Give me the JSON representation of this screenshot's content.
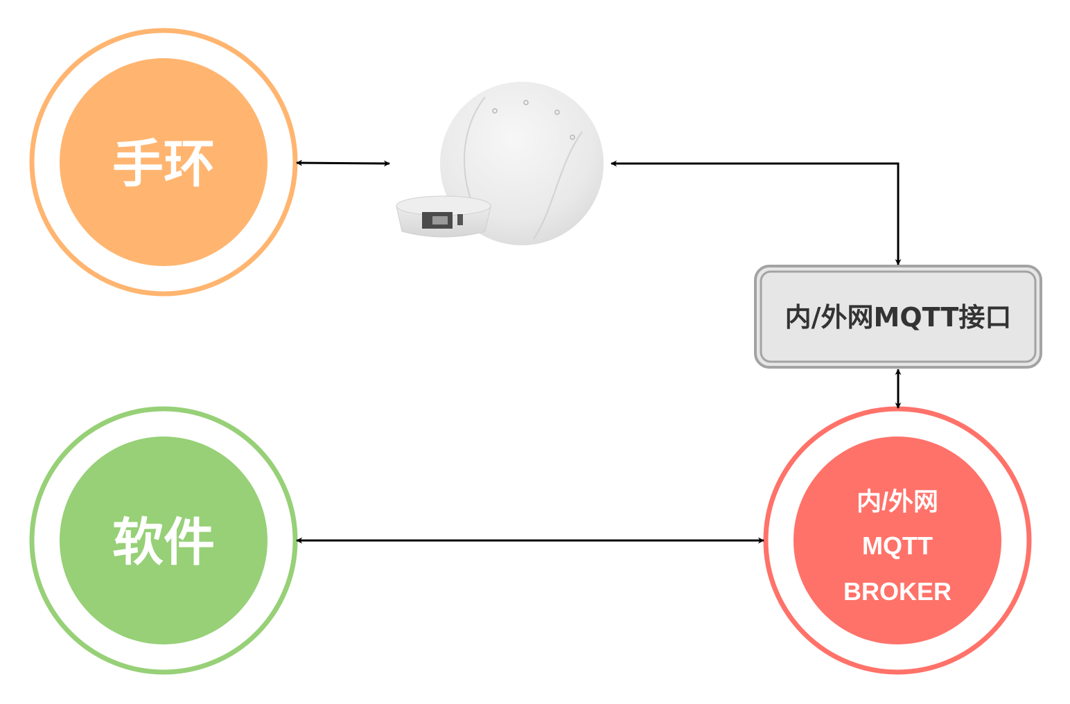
{
  "nodes": {
    "wristband": {
      "label": "手环",
      "color": "#FFB570",
      "ring_color": "#FFB570"
    },
    "software": {
      "label": "软件",
      "color": "#97D077",
      "ring_color": "#97D077"
    },
    "broker": {
      "lines": [
        "内/外网",
        "MQTT",
        "BROKER"
      ],
      "color": "#FF7269",
      "ring_color": "#FF7269"
    },
    "interface": {
      "label": "内/外网MQTT接口",
      "fill": "#E6E6E6",
      "border": "#A3A3A3"
    },
    "gateway": {
      "icon": "base-station-device"
    }
  },
  "connectors": {
    "color": "#000000",
    "links": [
      {
        "from": "wristband",
        "to": "gateway",
        "arrows": "both"
      },
      {
        "from": "gateway",
        "to": "interface",
        "arrows": "both"
      },
      {
        "from": "interface",
        "to": "broker",
        "arrows": "both"
      },
      {
        "from": "software",
        "to": "broker",
        "arrows": "both"
      }
    ]
  }
}
